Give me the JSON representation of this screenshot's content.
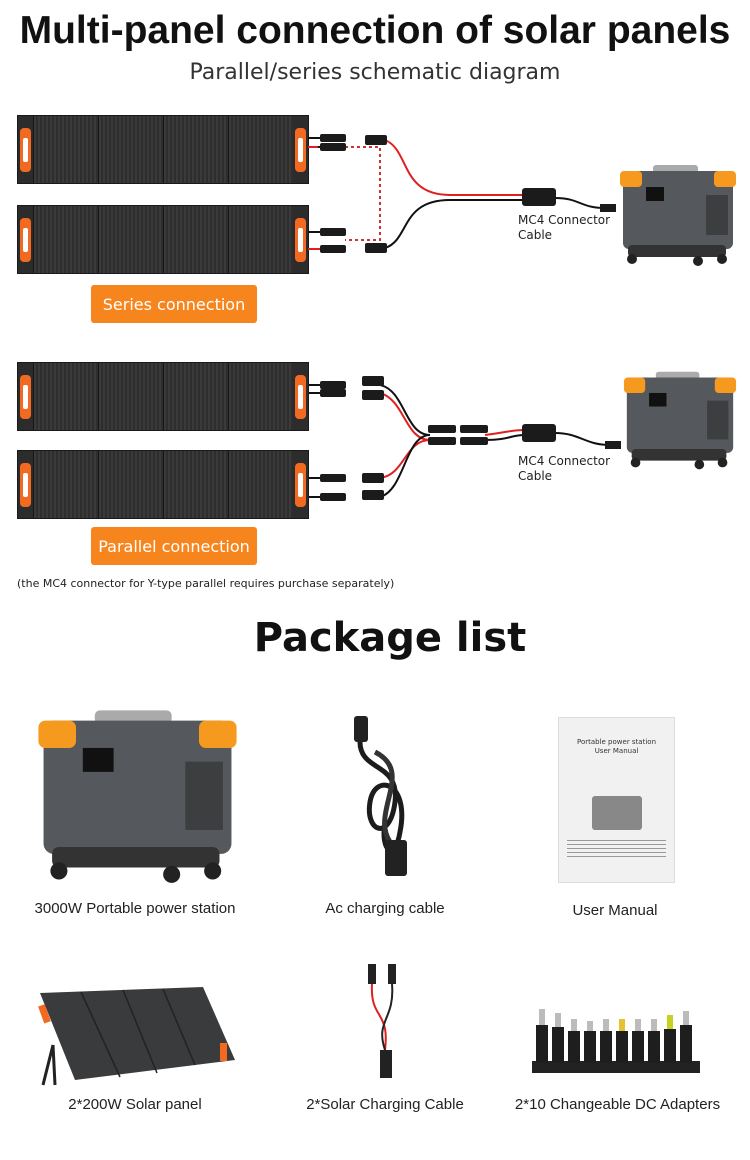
{
  "header": {
    "title": "Multi-panel connection of solar panels",
    "subtitle": "Parallel/series schematic diagram"
  },
  "series": {
    "button": "Series connection",
    "cable_label_line1": "MC4 Connector",
    "cable_label_line2": "Cable"
  },
  "parallel": {
    "button": "Parallel connection",
    "cable_label_line1": "MC4 Connector",
    "cable_label_line2": "Cable"
  },
  "note": "(the MC4 connector for Y-type parallel requires purchase separately)",
  "package": {
    "title": "Package list",
    "items": [
      {
        "label": "3000W Portable power station"
      },
      {
        "label": "Ac charging cable"
      },
      {
        "label": "User Manual",
        "manual_title_line1": "Portable power station",
        "manual_title_line2": "User Manual"
      },
      {
        "label": "2*200W Solar panel"
      },
      {
        "label": "2*Solar Charging Cable"
      },
      {
        "label": "2*10 Changeable DC Adapters"
      }
    ]
  },
  "colors": {
    "accent": "#f7851e",
    "handle": "#f26a21",
    "wire_red": "#e02020"
  }
}
